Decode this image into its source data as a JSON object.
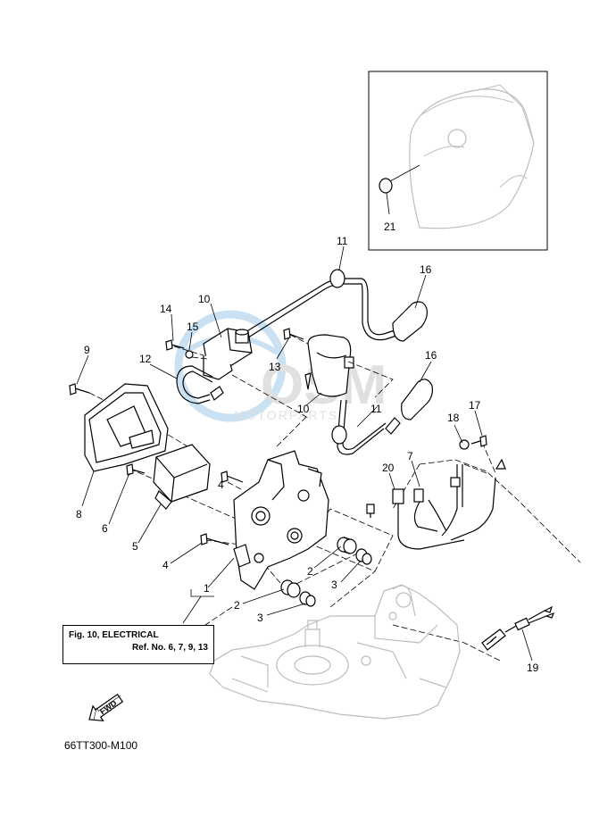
{
  "callouts": [
    "1",
    "2",
    "2",
    "3",
    "3",
    "4",
    "4",
    "5",
    "6",
    "7",
    "8",
    "9",
    "10",
    "10",
    "11",
    "11",
    "12",
    "13",
    "14",
    "15",
    "16",
    "16",
    "17",
    "18",
    "19",
    "20",
    "21"
  ],
  "reference_box": {
    "line1": "Fig. 10, ELECTRICAL",
    "line2": "Ref. No. 6, 7, 9, 13"
  },
  "fwd_label": "FWD",
  "diagram_code": "66TT300-M100",
  "watermark": {
    "brand": "OSM",
    "sub": "MOTORPARTS"
  },
  "colors": {
    "line": "#000000",
    "ghost": "#bdbdbd",
    "watermark_blue": "#9ec9e8",
    "watermark_gray": "#c8c8c8"
  }
}
